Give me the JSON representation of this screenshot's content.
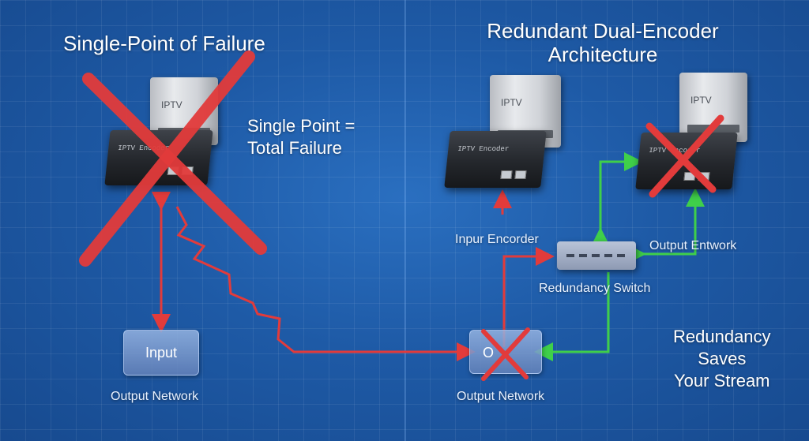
{
  "left": {
    "title": "Single-Point of Failure",
    "failure_note_line1": "Single Point =",
    "failure_note_line2": "Total Failure",
    "tower_tag": "IPTV",
    "encoder_brand": "IPTV Encoder",
    "input_box": "Input",
    "output_label": "Output Network"
  },
  "right": {
    "title_line1": "Redundant Dual-Encoder",
    "title_line2": "Architecture",
    "tower1_tag": "IPTV",
    "tower2_tag": "IPTV",
    "encoder1_brand": "IPTV Encoder",
    "encoder2_brand": "IPTV Encoder",
    "input_encoder_label": "Inpur Encorder",
    "output_entwork_label": "Output Entwork",
    "switch_label": "Redundancy Switch",
    "output_box": "O",
    "output_label": "Output Network",
    "tagline_line1": "Redundancy",
    "tagline_line2": "Saves",
    "tagline_line3": "Your Stream"
  },
  "colors": {
    "failure_red": "#e23b3b",
    "ok_green": "#3fcf4a",
    "background_blue": "#1e5aa6"
  }
}
